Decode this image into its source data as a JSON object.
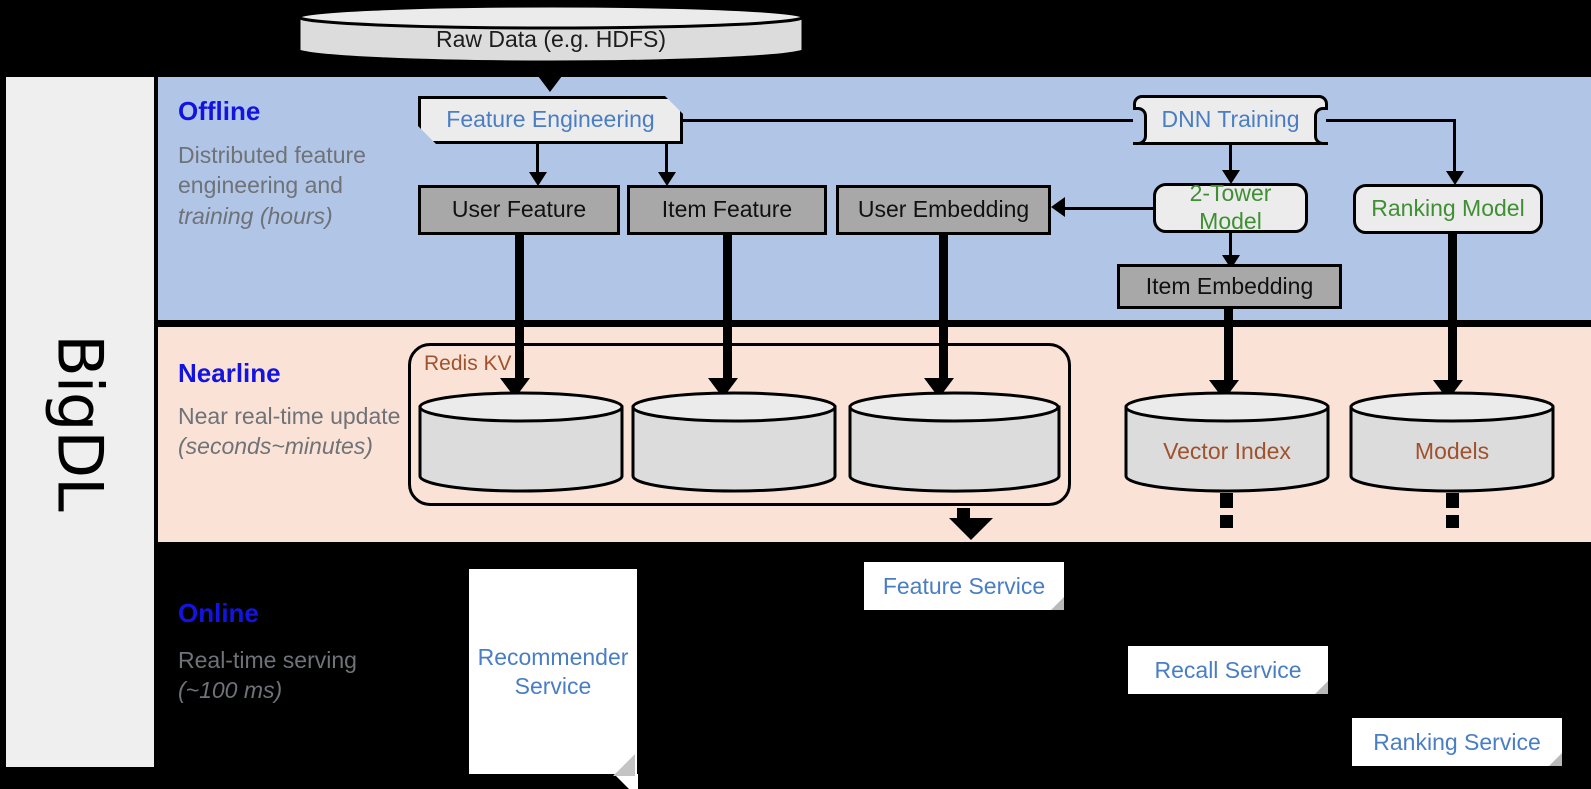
{
  "sidebar": {
    "label": "BigDL"
  },
  "bands": [
    {
      "key": "offline",
      "title": "Offline",
      "subtitle": "Distributed feature engineering and training (hours)",
      "color": "#b1c5e7"
    },
    {
      "key": "nearline",
      "title": "Nearline",
      "subtitle": "Near real-time update (seconds~minutes)",
      "color": "#fae3d6"
    },
    {
      "key": "online",
      "title": "Online",
      "subtitle": "Real-time serving (~100 ms)",
      "color": "#000000"
    }
  ],
  "source": {
    "raw_data": "Raw Data (e.g. HDFS)"
  },
  "offline": {
    "feature_engineering": "Feature Engineering",
    "dnn_training": "DNN Training",
    "user_feature": "User Feature",
    "item_feature": "Item Feature",
    "user_embedding": "User Embedding",
    "item_embedding": "Item Embedding",
    "two_tower_model": "2-Tower Model",
    "ranking_model": "Ranking Model"
  },
  "nearline": {
    "redis_kv": "Redis KV",
    "store_1": "",
    "store_2": "",
    "store_3": "",
    "vector_index": "Vector Index",
    "models": "Models"
  },
  "online": {
    "recommender_service": "Recommender Service",
    "feature_service": "Feature Service",
    "recall_service": "Recall Service",
    "ranking_service": "Ranking Service"
  },
  "colors": {
    "offline_band": "#b1c5e7",
    "nearline_band": "#fae3d6",
    "online_band": "#000000",
    "sidebar": "#efefef",
    "band_title": "#1414e0",
    "band_subtitle": "#6f7277",
    "process_text": "#4a7ec4",
    "model_text": "#3f8f33",
    "store_text": "#a0522d",
    "data_box": "#a8a8a8",
    "cylinder_body": "#dcdcdc",
    "cylinder_top": "#ebebeb",
    "service_box": "#ffffff",
    "stroke": "#000000"
  }
}
